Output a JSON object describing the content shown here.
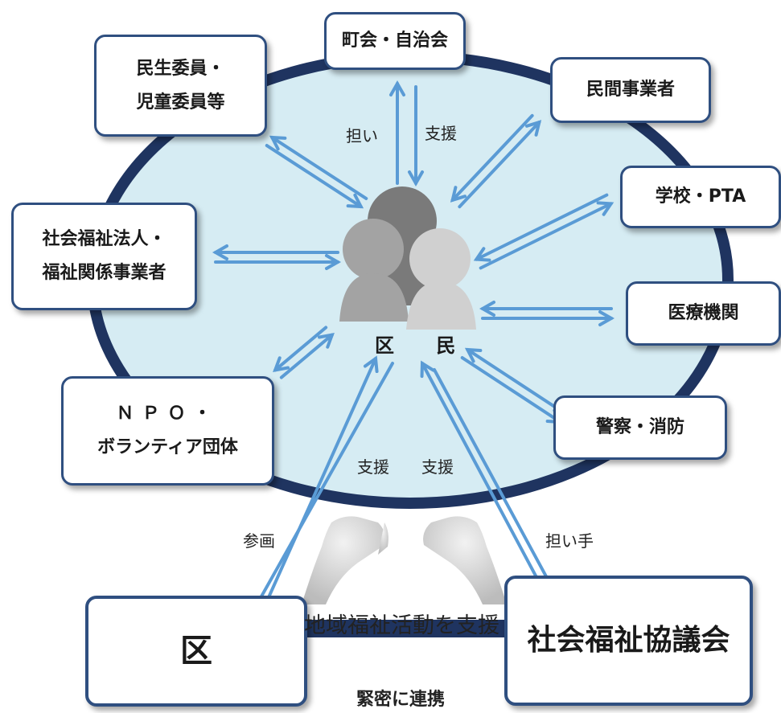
{
  "resident": {
    "label": "区 民"
  },
  "nodes": {
    "chounaikai": "町会・自治会",
    "minsei_1": "民生委員・",
    "minsei_2": "児童委員等",
    "minkan": "民間事業者",
    "gakkou": "学校・PTA",
    "shakai_1": "社会福祉法人・",
    "shakai_2": "福祉関係事業者",
    "iryou": "医療機関",
    "npo_1": "ＮＰＯ・",
    "npo_2": "ボランティア団体",
    "keisatsu": "警察・消防",
    "ku": "区",
    "shakyo": "社会福祉協議会"
  },
  "labels": {
    "ninai": "担い",
    "shien_top": "支援",
    "shien_left": "支援",
    "shien_right": "支援",
    "sankaku": "参画",
    "ninaite": "担い手",
    "chiiki": "地域福祉活動を支援",
    "renkei": "緊密に連携"
  },
  "colors": {
    "ellipse_fill": "#d6ecf3",
    "ellipse_border": "#1f3460",
    "arrow": "#5a9bd5",
    "box_border": "#2f4f80"
  }
}
